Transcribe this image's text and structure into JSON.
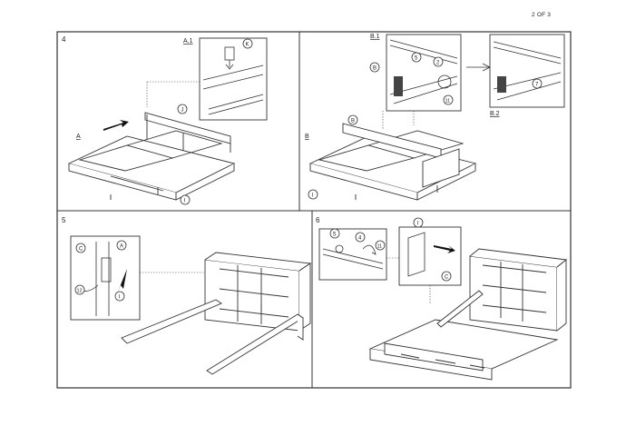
{
  "page_number": "2 OF 3",
  "steps": {
    "step4": {
      "number": "4",
      "label_a": "A",
      "label_b": "B",
      "detail_a1": "A.1",
      "detail_b1": "B.1",
      "detail_b2": "B.2",
      "callouts": [
        "K",
        "J",
        "I",
        "B",
        "I",
        "B",
        "5",
        "2",
        "11",
        "7"
      ]
    },
    "step5": {
      "number": "5",
      "callouts": [
        "C",
        "A",
        "12",
        "I"
      ]
    },
    "step6": {
      "number": "6",
      "callouts": [
        "5",
        "4",
        "11",
        "I",
        "C"
      ]
    }
  }
}
